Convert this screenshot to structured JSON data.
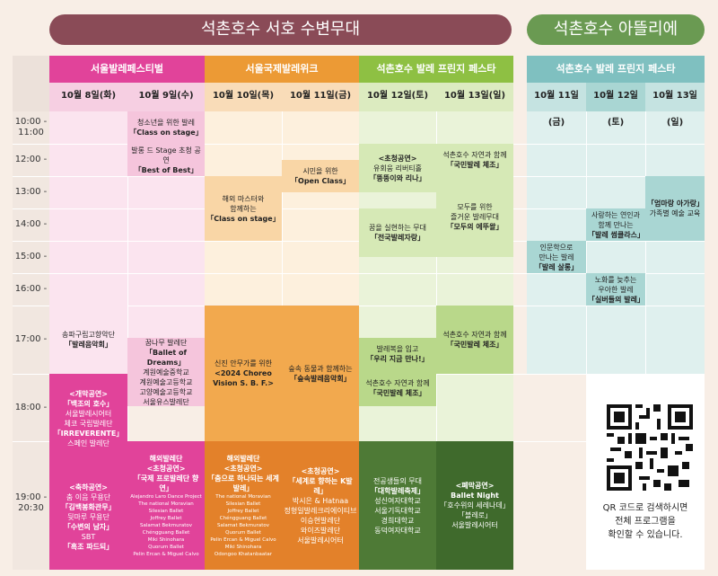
{
  "banners": {
    "left": "석촌호수 서호 수변무대",
    "right": "석촌호수 아뜰리에"
  },
  "groups": {
    "seoul_ballet": "서울발레페스티벌",
    "seoul_intl": "서울국제발레위크",
    "fringe": "석촌호수 발레 프린지 페스타",
    "fringe_right": "석촌호수 발레 프린지 페스타"
  },
  "days": {
    "d1": "10월 8일(화)",
    "d2": "10월 9일(수)",
    "d3": "10월 10일(목)",
    "d4": "10월 11일(금)",
    "d5": "10월 12일(토)",
    "d6": "10월 13일(일)",
    "r1": "10월 11일(금)",
    "r2": "10월 12일(토)",
    "r3": "10월 13일(일)"
  },
  "times": {
    "t1000": "10:00 -",
    "t1100": "11:00",
    "t1200": "12:00 -",
    "t1300": "13:00 -",
    "t1400": "14:00 -",
    "t1500": "15:00 -",
    "t1600": "16:00 -",
    "t1700": "17:00 -",
    "t1800": "18:00 -",
    "t1900": "19:00 -",
    "t2030": "20:30"
  },
  "events": {
    "e_d2_youth": {
      "l1": "청소년을 위한 발레",
      "l2": "「Class on stage」"
    },
    "e_d2_best": {
      "l1": "발롱 드 Stage 초청 공연",
      "l2": "「Best of Best」"
    },
    "e_d4_open": {
      "l1": "시민을 위한",
      "l2": "「Open Class」"
    },
    "e_d5_ugly": {
      "l1": "<초청공연>",
      "l2": "유회웅 리버티홀",
      "l3": "「뚱뚱이와 리나」"
    },
    "e_d6_natcore": {
      "l1": "석촌호수 자연과 함께",
      "l2": "「국민발레 체조」"
    },
    "e_d3_master": {
      "l1": "해외 마스터와",
      "l2": "함께하는",
      "l3": "「Class on stage」"
    },
    "e_d6_all": {
      "l1": "모두를 위한",
      "l2": "즐거운 발레무대",
      "l3": "「모두의 에뚜왈」"
    },
    "e_d5_dream": {
      "l1": "꿈을 실현하는 무대",
      "l2": "「전국발레자랑」"
    },
    "e_d1_songpa": {
      "l1": "송파구립고향악단",
      "l2": "「발레음악회」"
    },
    "e_d2_dreams": {
      "l1": "꿈나무 발레단",
      "l2": "「Ballet of Dreams」",
      "l3": "계원예술중학교",
      "l4": "계원예술고등학교",
      "l5": "고양예술고등학교",
      "l6": "서울유스발레단"
    },
    "e_d3_choreo": {
      "l1": "신진 안무가를 위한",
      "l2": "<2024 Choreo",
      "l3": "Vision S. B. F.>"
    },
    "e_d4_forest": {
      "l1": "숲속 동물과 함께하는",
      "l2": "「숲속발레음악회」"
    },
    "e_d5_wear": {
      "l1": "발레복을 입고",
      "l2": "「우리 지금 만나!」"
    },
    "e_d6_nat2": {
      "l1": "석촌호수 자연과 함께",
      "l2": "「국민발레 체조」"
    },
    "e_d5_nat3": {
      "l1": "석촌호수 자연과 함께",
      "l2": "「국민발레 체조」"
    },
    "e_d1_opening": {
      "l1": "<개막공연>",
      "l2": "「백조의 호수」",
      "l3": "서울발레시어터",
      "l4": "체코 국립발레단",
      "l5": "「IRREVERENTE」",
      "l6": "스페인 발레단"
    },
    "e_d1_gala": {
      "l1": "<축하공연>",
      "l2": "춤 이음 무용단",
      "l3": "「김백봉화관무」",
      "l4": "뒷마루 무용단",
      "l5": "「수변의 남자」",
      "l6": "SBT",
      "l7": "「흑조 파드되」"
    },
    "e_d2_intl": {
      "l1": "해외발레단",
      "l2": "<초청공연>",
      "l3": "「국제 프로발레단 향연」",
      "s1": "Alejandro Laro Dance Project",
      "s2": "The national Moravian Silesian Ballet",
      "s3": "Joffrey Ballet",
      "s4": "Salamat Bekmuratov",
      "s5": "Chéngguang Ballet",
      "s6": "Miki Shinohara",
      "s7": "Quorum Ballet",
      "s8": "Pelin Ercan & Miguel Calvo"
    },
    "e_d3_intl": {
      "l1": "해외발레단",
      "l2": "<초청공연>",
      "l3": "「춤으로 하나되는 세계발레」",
      "s1": "The national Moravian Silesian Ballet",
      "s2": "Joffrey Ballet",
      "s3": "Chéngguang Ballet",
      "s4": "Salamat Bekmuratov",
      "s5": "Quorum Ballet",
      "s6": "Pelin Ercan & Miguel Calvo",
      "s7": "Miki Shinohara",
      "s8": "Odongoo Khatanbaatar"
    },
    "e_d4_kballet": {
      "l1": "<초청공연>",
      "l2": "「세계로 향하는 K발레」",
      "l3": "박시은 & Hatnaa",
      "l4": "정형일발레크리에이티브",
      "l5": "이승현발레단",
      "l6": "와이즈발레단",
      "l7": "서울발레시어터"
    },
    "e_d5_univ": {
      "l1": "전공생들의 무대",
      "l2": "「대학발레축제」",
      "l3": "성신여자대학교",
      "l4": "서울기독대학교",
      "l5": "경희대학교",
      "l6": "동덕여자대학교"
    },
    "e_d6_night": {
      "l1": "<폐막공연>",
      "l2": "Ballet Night",
      "l3": "「호수위의 세레나데」",
      "l4": "「블레로」",
      "l5": "서울발레시어터"
    },
    "e_r1_human": {
      "l1": "인문학으로",
      "l2": "만나는 발레",
      "l3": "「발레 살롱」"
    },
    "e_r2_love": {
      "l1": "사랑하는 연인과",
      "l2": "함께 만나는",
      "l3": "「발레 썸클라스」"
    },
    "e_r2_elder": {
      "l1": "노화를 늦추는",
      "l2": "우아한 발레",
      "l3": "「실버들의 발레」"
    },
    "e_r3_mom": {
      "l1": "「엄마랑 아가랑」",
      "l2": "가족별 예술 교육"
    }
  },
  "qr": {
    "l1": "QR 코드로 검색하시면",
    "l2": "전체 프로그램을",
    "l3": "확인할 수 있습니다."
  },
  "colors": {
    "banner": "#8a4b57",
    "banner_right": "#6a9a52",
    "pink": "#e1439a",
    "orange": "#ec9a35",
    "green": "#8ec043",
    "teal": "#7fc0c0"
  }
}
